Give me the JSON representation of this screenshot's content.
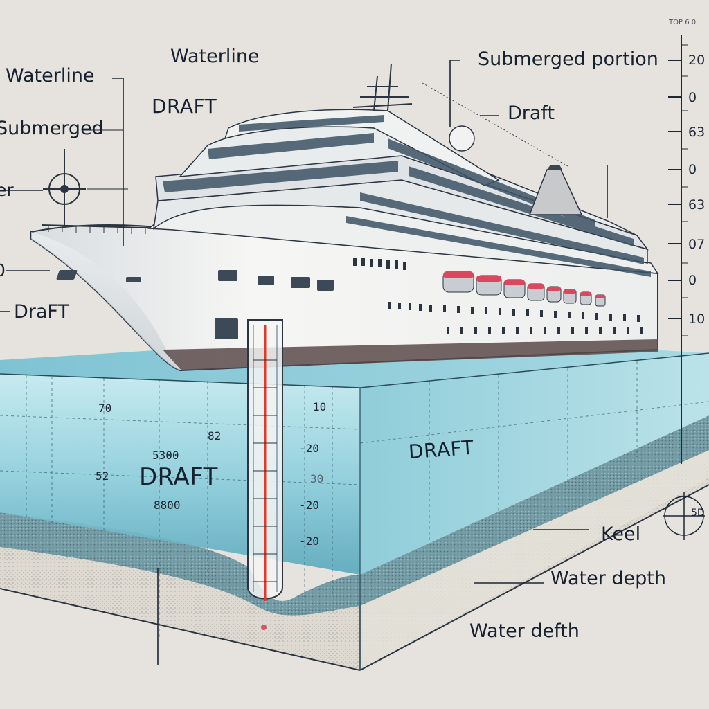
{
  "title": "Ship draft and water depth diagram",
  "labels": {
    "waterline_top": "Waterline",
    "waterline_left": "Waterline",
    "submerged_left": "Submerged",
    "submerged_portion": "Submerged portion",
    "draft_caps_top": "DRAFT",
    "draft_right_top": "Draft",
    "draft_left": "DraFT",
    "left_cut_1": "er",
    "left_cut_2": "0",
    "draft_underwater_left": "DRAFT",
    "draft_underwater_right": "DRAFT",
    "keel": "Keel",
    "water_depth_1": "Water depth",
    "water_depth_2": "Water defth"
  },
  "underwater_ticks": {
    "left": [
      "70",
      "82",
      "5300",
      "52",
      "8800"
    ],
    "right": [
      "10",
      "-20",
      "30",
      "-20",
      "-20"
    ]
  },
  "right_scale": {
    "header": "TOP 6 0",
    "values": [
      "20",
      "0",
      "63",
      "0",
      "63",
      "07",
      "0",
      "10"
    ]
  },
  "compass_label": "5D",
  "colors": {
    "background": "#e6e3df",
    "water_light": "#a9dde6",
    "water_dark": "#4fa7bd",
    "seabed": "#d9d6cf",
    "seabed_dark": "#7d8a90",
    "hull": "#f4f4f2",
    "hull_shadow": "#c9ced2",
    "gauge_red": "#e03a2a",
    "ink": "#16202e",
    "lifeboat": "#d9485e"
  }
}
